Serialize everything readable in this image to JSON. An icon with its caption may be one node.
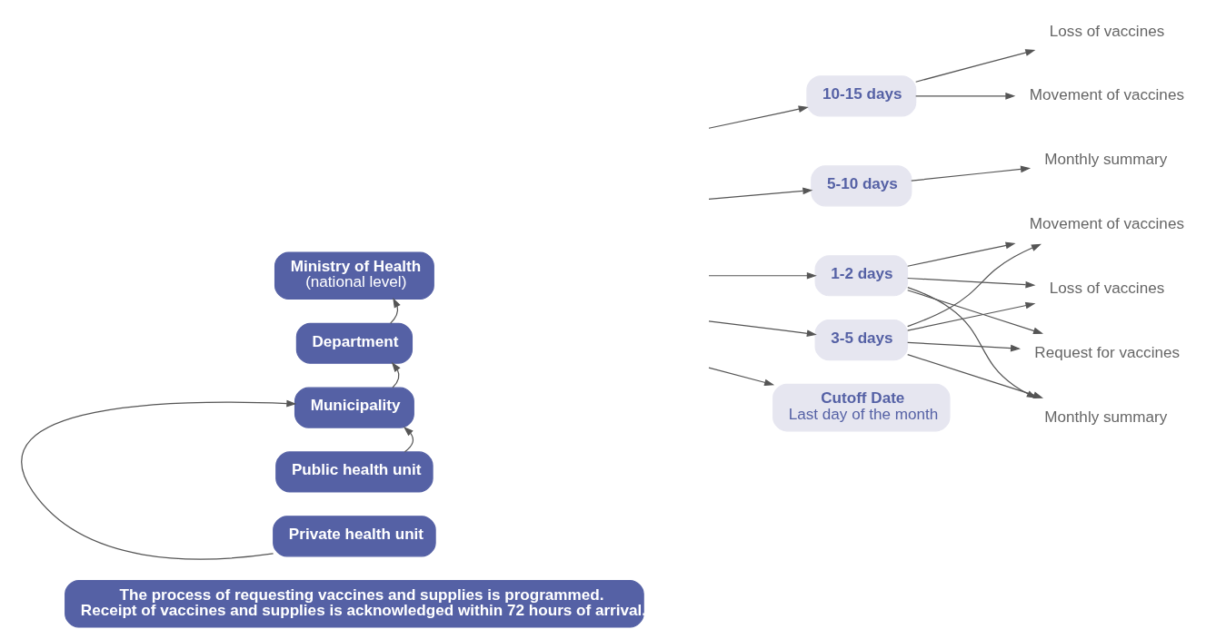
{
  "diagram": {
    "nodes": [
      {
        "text": [
          "Ministry of Health",
          "(national level)"
        ]
      },
      {
        "text": [
          "Department"
        ]
      },
      {
        "text": [
          "Municipality"
        ]
      },
      {
        "text": [
          "Public health unit"
        ]
      },
      {
        "text": [
          "Private health unit"
        ]
      },
      {
        "text": [
          "10-15 days"
        ]
      },
      {
        "text": [
          "5-10 days"
        ]
      },
      {
        "text": [
          "3-5 days"
        ]
      },
      {
        "text": [
          "1-2 days"
        ]
      },
      {
        "text": [
          "Cutoff Date",
          "Last day of the month"
        ]
      },
      {
        "text": [
          "Movement of vaccines"
        ]
      },
      {
        "text": [
          "Loss of vaccines"
        ]
      },
      {
        "text": [
          "Monthly summary"
        ]
      },
      {
        "text": [
          "Monthly summary"
        ]
      },
      {
        "text": [
          "Movement of vaccines"
        ]
      },
      {
        "text": [
          "Loss of vaccines"
        ]
      },
      {
        "text": [
          "Request for vaccines"
        ]
      },
      {
        "text": [
          "The process of requesting vaccines and supplies is programmed.",
          "Receipt of vaccines and supplies is acknowledged within 72 hours of arrival."
        ]
      }
    ],
    "edges": [
      {
        "from": 1,
        "to": 0,
        "arrow": "to"
      },
      {
        "from": 2,
        "to": 1,
        "arrow": "to"
      },
      {
        "from": 3,
        "to": 2,
        "arrow": "to"
      },
      {
        "from": 4,
        "to": 2,
        "arrow": "to"
      },
      {
        "from": null,
        "to": 5,
        "arrow": "to"
      },
      {
        "from": null,
        "to": 6,
        "arrow": "to"
      },
      {
        "from": null,
        "to": 7,
        "arrow": "to"
      },
      {
        "from": null,
        "to": 8,
        "arrow": "to"
      },
      {
        "from": null,
        "to": 9,
        "arrow": "to"
      },
      {
        "from": 5,
        "to": 10,
        "arrow": "to"
      },
      {
        "from": 5,
        "to": 11,
        "arrow": "to"
      },
      {
        "from": 6,
        "to": 12,
        "arrow": "to"
      },
      {
        "from": 7,
        "to": 13,
        "arrow": "to"
      },
      {
        "from": 7,
        "to": 14,
        "arrow": "to"
      },
      {
        "from": 7,
        "to": 15,
        "arrow": "to"
      },
      {
        "from": 7,
        "to": 16,
        "arrow": "to"
      },
      {
        "from": 8,
        "to": 13,
        "arrow": "to"
      },
      {
        "from": 8,
        "to": 14,
        "arrow": "to"
      },
      {
        "from": 8,
        "to": 15,
        "arrow": "to"
      },
      {
        "from": 8,
        "to": 16,
        "arrow": "to"
      }
    ]
  }
}
